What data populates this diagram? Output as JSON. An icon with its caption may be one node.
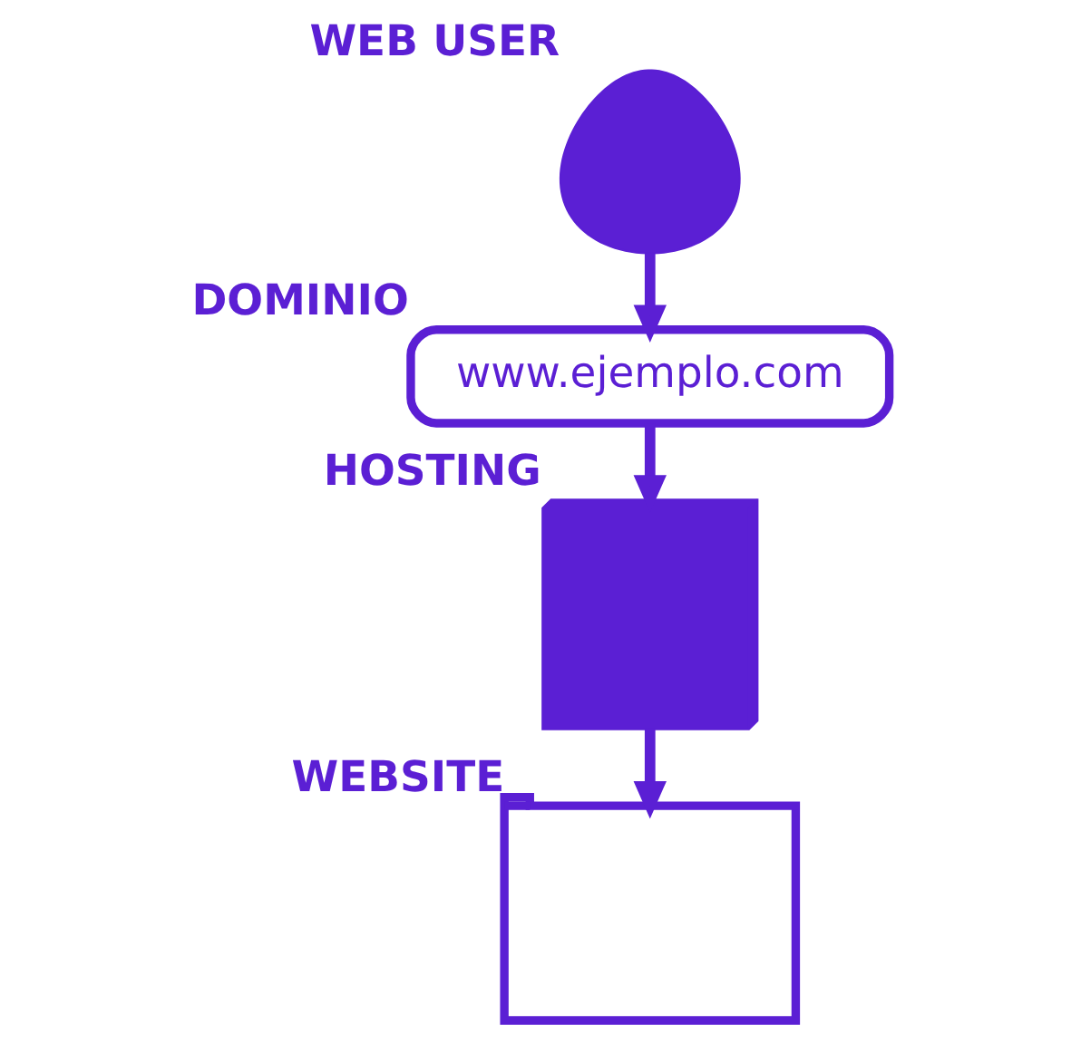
{
  "diagram": {
    "nodes": [
      {
        "text": [],
        "shape": "person",
        "beside": [
          "WEB USER"
        ]
      },
      {
        "text": [
          "www.ejemplo.com"
        ],
        "beside": [
          "DOMINIO"
        ]
      },
      {
        "text": [],
        "shape": "server",
        "beside": [
          "HOSTING"
        ]
      },
      {
        "text": [],
        "shape": "window",
        "beside": [
          "WEBSITE"
        ]
      }
    ],
    "edges": [
      {
        "from": 0,
        "to": 1,
        "arrow": "to"
      },
      {
        "from": 1,
        "to": 2,
        "arrow": "to"
      },
      {
        "from": 2,
        "to": 3,
        "arrow": "to"
      }
    ]
  }
}
